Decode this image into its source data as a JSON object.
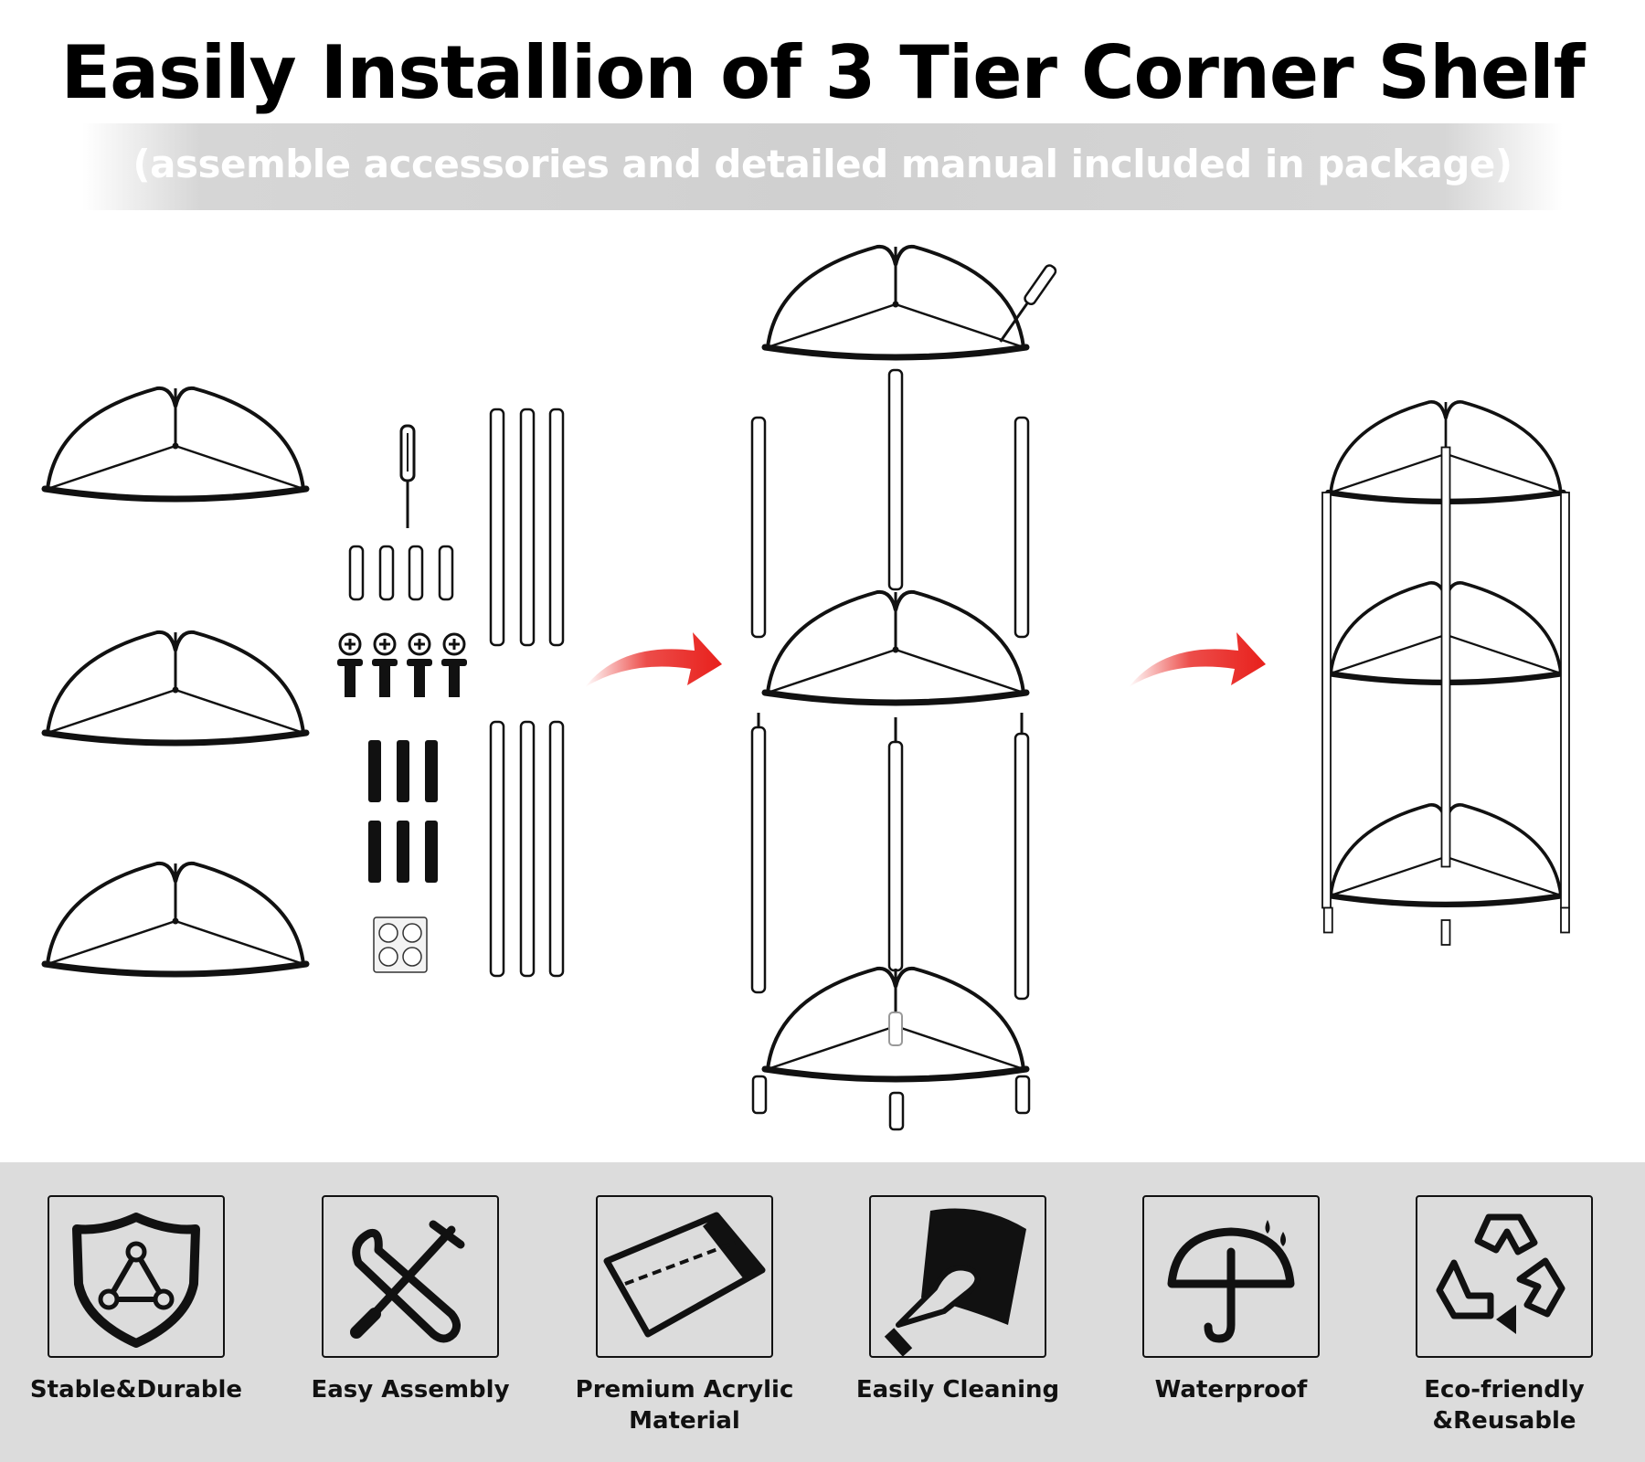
{
  "header": {
    "title": "Easily Installion of 3 Tier Corner Shelf",
    "subtitle": "(assemble accessories and detailed manual included in package)"
  },
  "colors": {
    "arrow": "#e8201c",
    "feature_band": "#dcdcdc"
  },
  "features": [
    {
      "label": "Stable&Durable",
      "icon": "shield-triangle-icon"
    },
    {
      "label": "Easy Assembly",
      "icon": "tools-icon"
    },
    {
      "label": "Premium Acrylic\nMaterial",
      "icon": "acrylic-panel-icon"
    },
    {
      "label": "Easily Cleaning",
      "icon": "cleaning-hand-icon"
    },
    {
      "label": "Waterproof",
      "icon": "umbrella-icon"
    },
    {
      "label": "Eco-friendly\n&Reusable",
      "icon": "recycle-icon"
    }
  ]
}
